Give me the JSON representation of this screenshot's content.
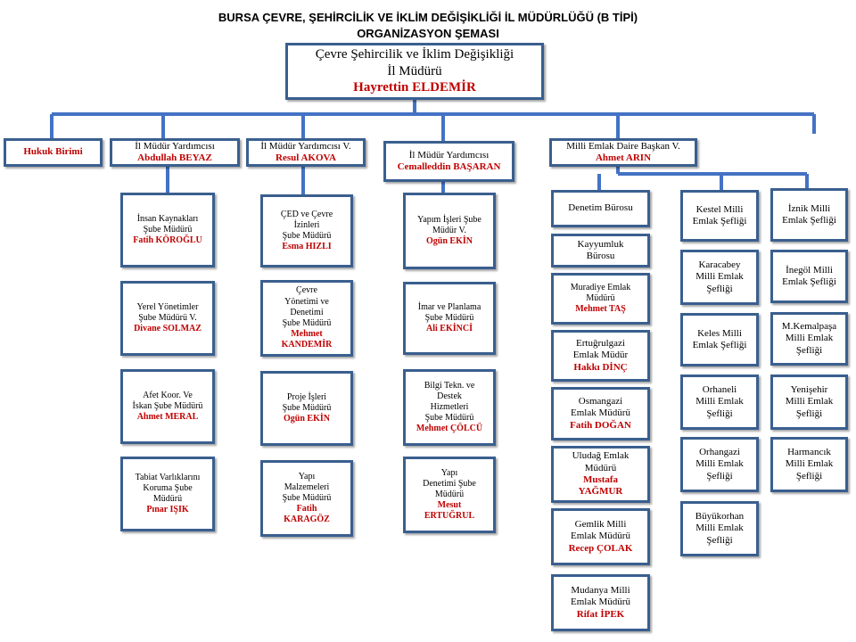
{
  "title1": "BURSA ÇEVRE, ŞEHİRCİLİK VE İKLİM DEĞİŞİKLİĞİ İL MÜDÜRLÜĞÜ (B TİPİ)",
  "title2": "ORGANİZASYON ŞEMASI",
  "director": {
    "l1": "Çevre Şehircilik ve İklim Değişikliği",
    "l2": "İl Müdürü",
    "name": "Hayrettin ELDEMİR"
  },
  "hukuk": {
    "name": "Hukuk Birimi"
  },
  "branches": [
    {
      "title": "İl Müdür Yardımcısı",
      "name": "Abdullah BEYAZ",
      "units": [
        {
          "l1": "İnsan Kaynakları",
          "l2": "Şube Müdürü",
          "name": "Fatih KÖROĞLU"
        },
        {
          "l1": "Yerel Yönetimler",
          "l2": "Şube Müdürü V.",
          "name": "Divane SOLMAZ"
        },
        {
          "l1": "Afet Koor. Ve",
          "l2": "İskan Şube Müdürü",
          "name": "Ahmet MERAL"
        },
        {
          "l1": "Tabiat Varlıklarını",
          "l2": "Koruma Şube",
          "l3": "Müdürü",
          "name": "Pınar IŞIK"
        }
      ]
    },
    {
      "title": "İl Müdür Yardımcısı V.",
      "name": "Resul AKOVA",
      "units": [
        {
          "l1": "ÇED ve Çevre",
          "l2": "İzinleri",
          "l3": "Şube Müdürü",
          "name": "Esma HIZLI"
        },
        {
          "l1": "Çevre",
          "l2": "Yönetimi ve",
          "l3": "Denetimi",
          "l4": "Şube Müdürü",
          "name1": "Mehmet",
          "name2": "KANDEMİR"
        },
        {
          "l1": "Proje İşleri",
          "l2": "Şube Müdürü",
          "name": "Ogün EKİN"
        },
        {
          "l1": "Yapı",
          "l2": "Malzemeleri",
          "l3": "Şube Müdürü",
          "name1": "Fatih",
          "name2": "KARAGÖZ"
        }
      ]
    },
    {
      "title": "İl Müdür Yardımcısı",
      "name": "Cemalleddin BAŞARAN",
      "units": [
        {
          "l1": "Yapım İşleri Şube",
          "l2": "Müdür V.",
          "name": "Ogün EKİN"
        },
        {
          "l1": "İmar ve Planlama",
          "l2": "Şube Müdürü",
          "name": "Ali EKİNCİ"
        },
        {
          "l1": "Bilgi Tekn. ve",
          "l2": "Destek",
          "l3": "Hizmetleri",
          "l4": "Şube Müdürü",
          "name": "Mehmet ÇÖLCÜ"
        },
        {
          "l1": "Yapı",
          "l2": "Denetimi Şube",
          "l3": "Müdürü",
          "name1": "Mesut",
          "name2": "ERTUĞRUL"
        }
      ]
    }
  ],
  "emlak": {
    "title": "Milli Emlak Daire Başkan V.",
    "name": "Ahmet ARIN",
    "col1": [
      {
        "l1": "Denetim Bürosu"
      },
      {
        "l1": "Kayyumluk",
        "l2": "Bürosu"
      },
      {
        "l1": "Muradiye Emlak",
        "l2": "Müdürü",
        "name": "Mehmet TAŞ"
      },
      {
        "l1": "Ertuğrulgazi",
        "l2": "Emlak Müdür",
        "name": "Hakkı DİNÇ"
      },
      {
        "l1": "Osmangazi",
        "l2": "Emlak Müdürü",
        "name": "Fatih DOĞAN"
      },
      {
        "l1": "Uludağ Emlak",
        "l2": "Müdürü",
        "name1": "Mustafa",
        "name2": "YAĞMUR"
      },
      {
        "l1": "Gemlik Milli",
        "l2": "Emlak Müdürü",
        "name": "Recep ÇOLAK"
      },
      {
        "l1": "Mudanya Milli",
        "l2": "Emlak Müdürü",
        "name": "Rifat İPEK"
      }
    ],
    "col2": [
      {
        "l1": "Kestel Milli",
        "l2": "Emlak Şefliği"
      },
      {
        "l1": "Karacabey",
        "l2": "Milli Emlak",
        "l3": "Şefliği"
      },
      {
        "l1": "Keles Milli",
        "l2": "Emlak Şefliği"
      },
      {
        "l1": "Orhaneli",
        "l2": "Milli Emlak",
        "l3": "Şefliği"
      },
      {
        "l1": "Orhangazi",
        "l2": "Milli Emlak",
        "l3": "Şefliği"
      },
      {
        "l1": "Büyükorhan",
        "l2": "Milli Emlak",
        "l3": "Şefliği"
      }
    ],
    "col3": [
      {
        "l1": "İznik Milli",
        "l2": "Emlak Şefliği"
      },
      {
        "l1": "İnegöl Milli",
        "l2": "Emlak Şefliği"
      },
      {
        "l1": "M.Kemalpaşa",
        "l2": "Milli Emlak",
        "l3": "Şefliği"
      },
      {
        "l1": "Yenişehir",
        "l2": "Milli Emlak",
        "l3": "Şefliği"
      },
      {
        "l1": "Harmancık",
        "l2": "Milli Emlak",
        "l3": "Şefliği"
      }
    ]
  }
}
